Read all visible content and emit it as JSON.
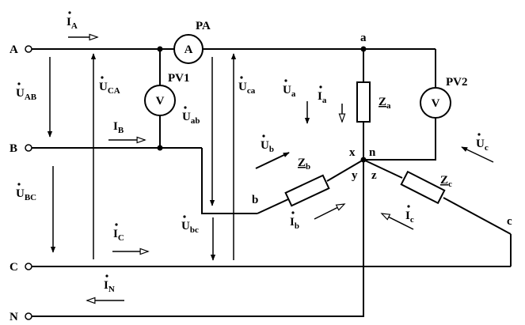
{
  "terminals": {
    "A": "A",
    "B": "B",
    "C": "C",
    "N": "N"
  },
  "meters": {
    "ammeter": {
      "label": "PA",
      "symbol": "A"
    },
    "voltmeter1": {
      "label": "PV1",
      "symbol": "V"
    },
    "voltmeter2": {
      "label": "PV2",
      "symbol": "V"
    }
  },
  "nodes": {
    "a": "a",
    "b": "b",
    "c": "c",
    "x": "x",
    "y": "y",
    "z": "z",
    "n": "n"
  },
  "currents": {
    "IA": {
      "main": "I",
      "sub": "A"
    },
    "IB": {
      "main": "I",
      "sub": "B"
    },
    "IC": {
      "main": "I",
      "sub": "C"
    },
    "IN": {
      "main": "I",
      "sub": "N"
    },
    "Ia": {
      "main": "I",
      "sub": "a"
    },
    "Ib": {
      "main": "I",
      "sub": "b"
    },
    "Ic": {
      "main": "I",
      "sub": "c"
    }
  },
  "voltages": {
    "UAB": {
      "main": "U",
      "sub": "AB"
    },
    "UBC": {
      "main": "U",
      "sub": "BC"
    },
    "UCA": {
      "main": "U",
      "sub": "CA"
    },
    "Uab": {
      "main": "U",
      "sub": "ab"
    },
    "Ubc": {
      "main": "U",
      "sub": "bc"
    },
    "Uca": {
      "main": "U",
      "sub": "ca"
    },
    "Ua": {
      "main": "U",
      "sub": "a"
    },
    "Ub": {
      "main": "U",
      "sub": "b"
    },
    "Uc": {
      "main": "U",
      "sub": "c"
    }
  },
  "impedances": {
    "Za": {
      "main": "Z",
      "sub": "a"
    },
    "Zb": {
      "main": "Z",
      "sub": "b"
    },
    "Zc": {
      "main": "Z",
      "sub": "c"
    }
  }
}
